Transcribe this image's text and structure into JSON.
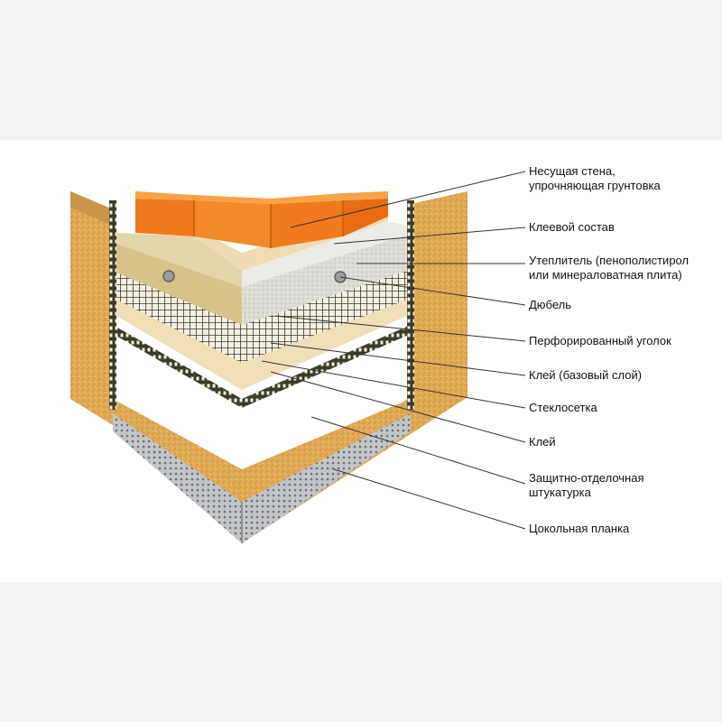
{
  "labels": [
    {
      "id": "load-bearing-wall",
      "text": "Несущая стена,\nупрочняющая грунтовка"
    },
    {
      "id": "adhesive-compound",
      "text": "Клеевой состав"
    },
    {
      "id": "insulation",
      "text": "Утеплитель (пенополистирол\nили минераловатная плита)"
    },
    {
      "id": "dowel",
      "text": "Дюбель"
    },
    {
      "id": "perforated-corner",
      "text": "Перфорированный уголок"
    },
    {
      "id": "base-glue",
      "text": "Клей (базовый слой)"
    },
    {
      "id": "fiberglass-mesh",
      "text": "Стеклосетка"
    },
    {
      "id": "glue",
      "text": "Клей"
    },
    {
      "id": "decorative-plaster",
      "text": "Защитно-отделочная\nштукатурка"
    },
    {
      "id": "base-strip",
      "text": "Цокольная планка"
    }
  ],
  "colors": {
    "brick": "#f07a1c",
    "brick_light": "#f9a24a",
    "plaster": "#e0a954",
    "insulation": "#d9d9d4",
    "mineral_wool": "#d8c48a",
    "glue": "#eedcb0",
    "mesh_dark": "#3a3a2a",
    "metal": "#b9bcc0"
  }
}
